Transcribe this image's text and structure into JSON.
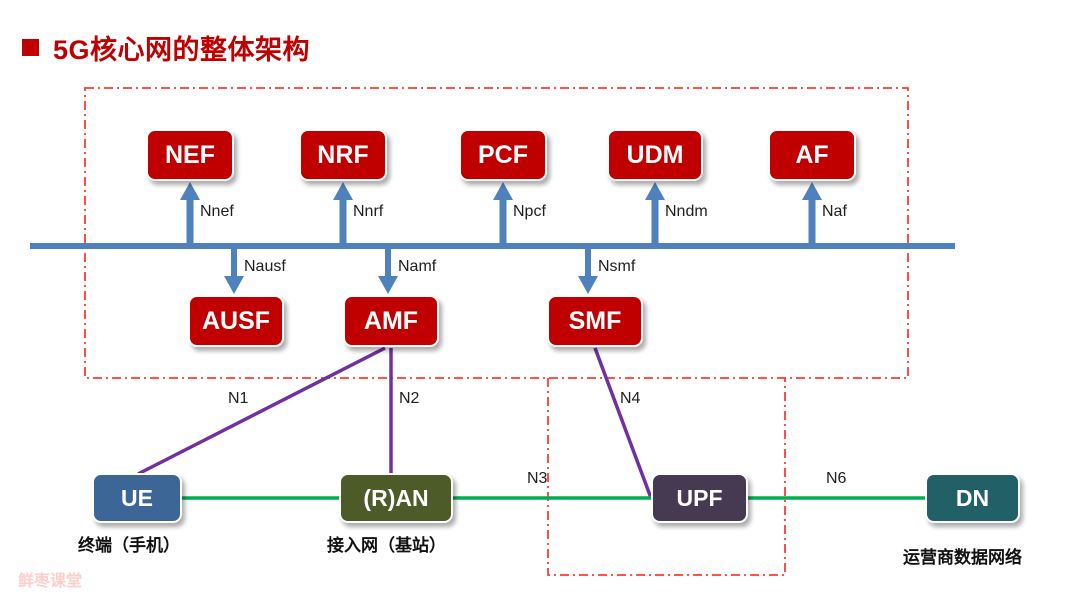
{
  "title": {
    "text": "5G核心网的整体架构",
    "bullet_color": "#C00000",
    "text_color": "#C00000"
  },
  "colors": {
    "nf_red": "#C00000",
    "bus_blue": "#4F81BD",
    "boundary_red": "#FF3B30",
    "ue_blue": "#3B6695",
    "ran_olive": "#4C5B28",
    "upf_purple": "#453A52",
    "dn_teal": "#226068",
    "link_purple": "#7030A0",
    "link_green": "#00B050",
    "watermark_pink": "#FBD0CC"
  },
  "service_bus": {
    "label": "service-based-interface-bus",
    "color": "#4F81BD"
  },
  "top_row": [
    {
      "name": "NEF",
      "interface": "Nnef"
    },
    {
      "name": "NRF",
      "interface": "Nnrf"
    },
    {
      "name": "PCF",
      "interface": "Npcf"
    },
    {
      "name": "UDM",
      "interface": "Nndm"
    },
    {
      "name": "AF",
      "interface": "Naf"
    }
  ],
  "second_row": [
    {
      "name": "AUSF",
      "interface": "Nausf"
    },
    {
      "name": "AMF",
      "interface": "Namf"
    },
    {
      "name": "SMF",
      "interface": "Nsmf"
    }
  ],
  "bottom_row": [
    {
      "name": "UE",
      "caption": "终端（手机）",
      "color": "#3B6695"
    },
    {
      "name": "(R)AN",
      "caption": "接入网（基站）",
      "color": "#4C5B28"
    },
    {
      "name": "UPF",
      "caption": "",
      "color": "#453A52"
    },
    {
      "name": "DN",
      "caption": "运营商数据网络",
      "color": "#226068"
    }
  ],
  "reference_points": [
    {
      "name": "N1",
      "from": "UE",
      "to": "AMF"
    },
    {
      "name": "N2",
      "from": "(R)AN",
      "to": "AMF"
    },
    {
      "name": "N3",
      "from": "(R)AN",
      "to": "UPF"
    },
    {
      "name": "N4",
      "from": "SMF",
      "to": "UPF"
    },
    {
      "name": "N6",
      "from": "UPF",
      "to": "DN"
    }
  ],
  "watermark": {
    "text": "鲜枣课堂"
  }
}
